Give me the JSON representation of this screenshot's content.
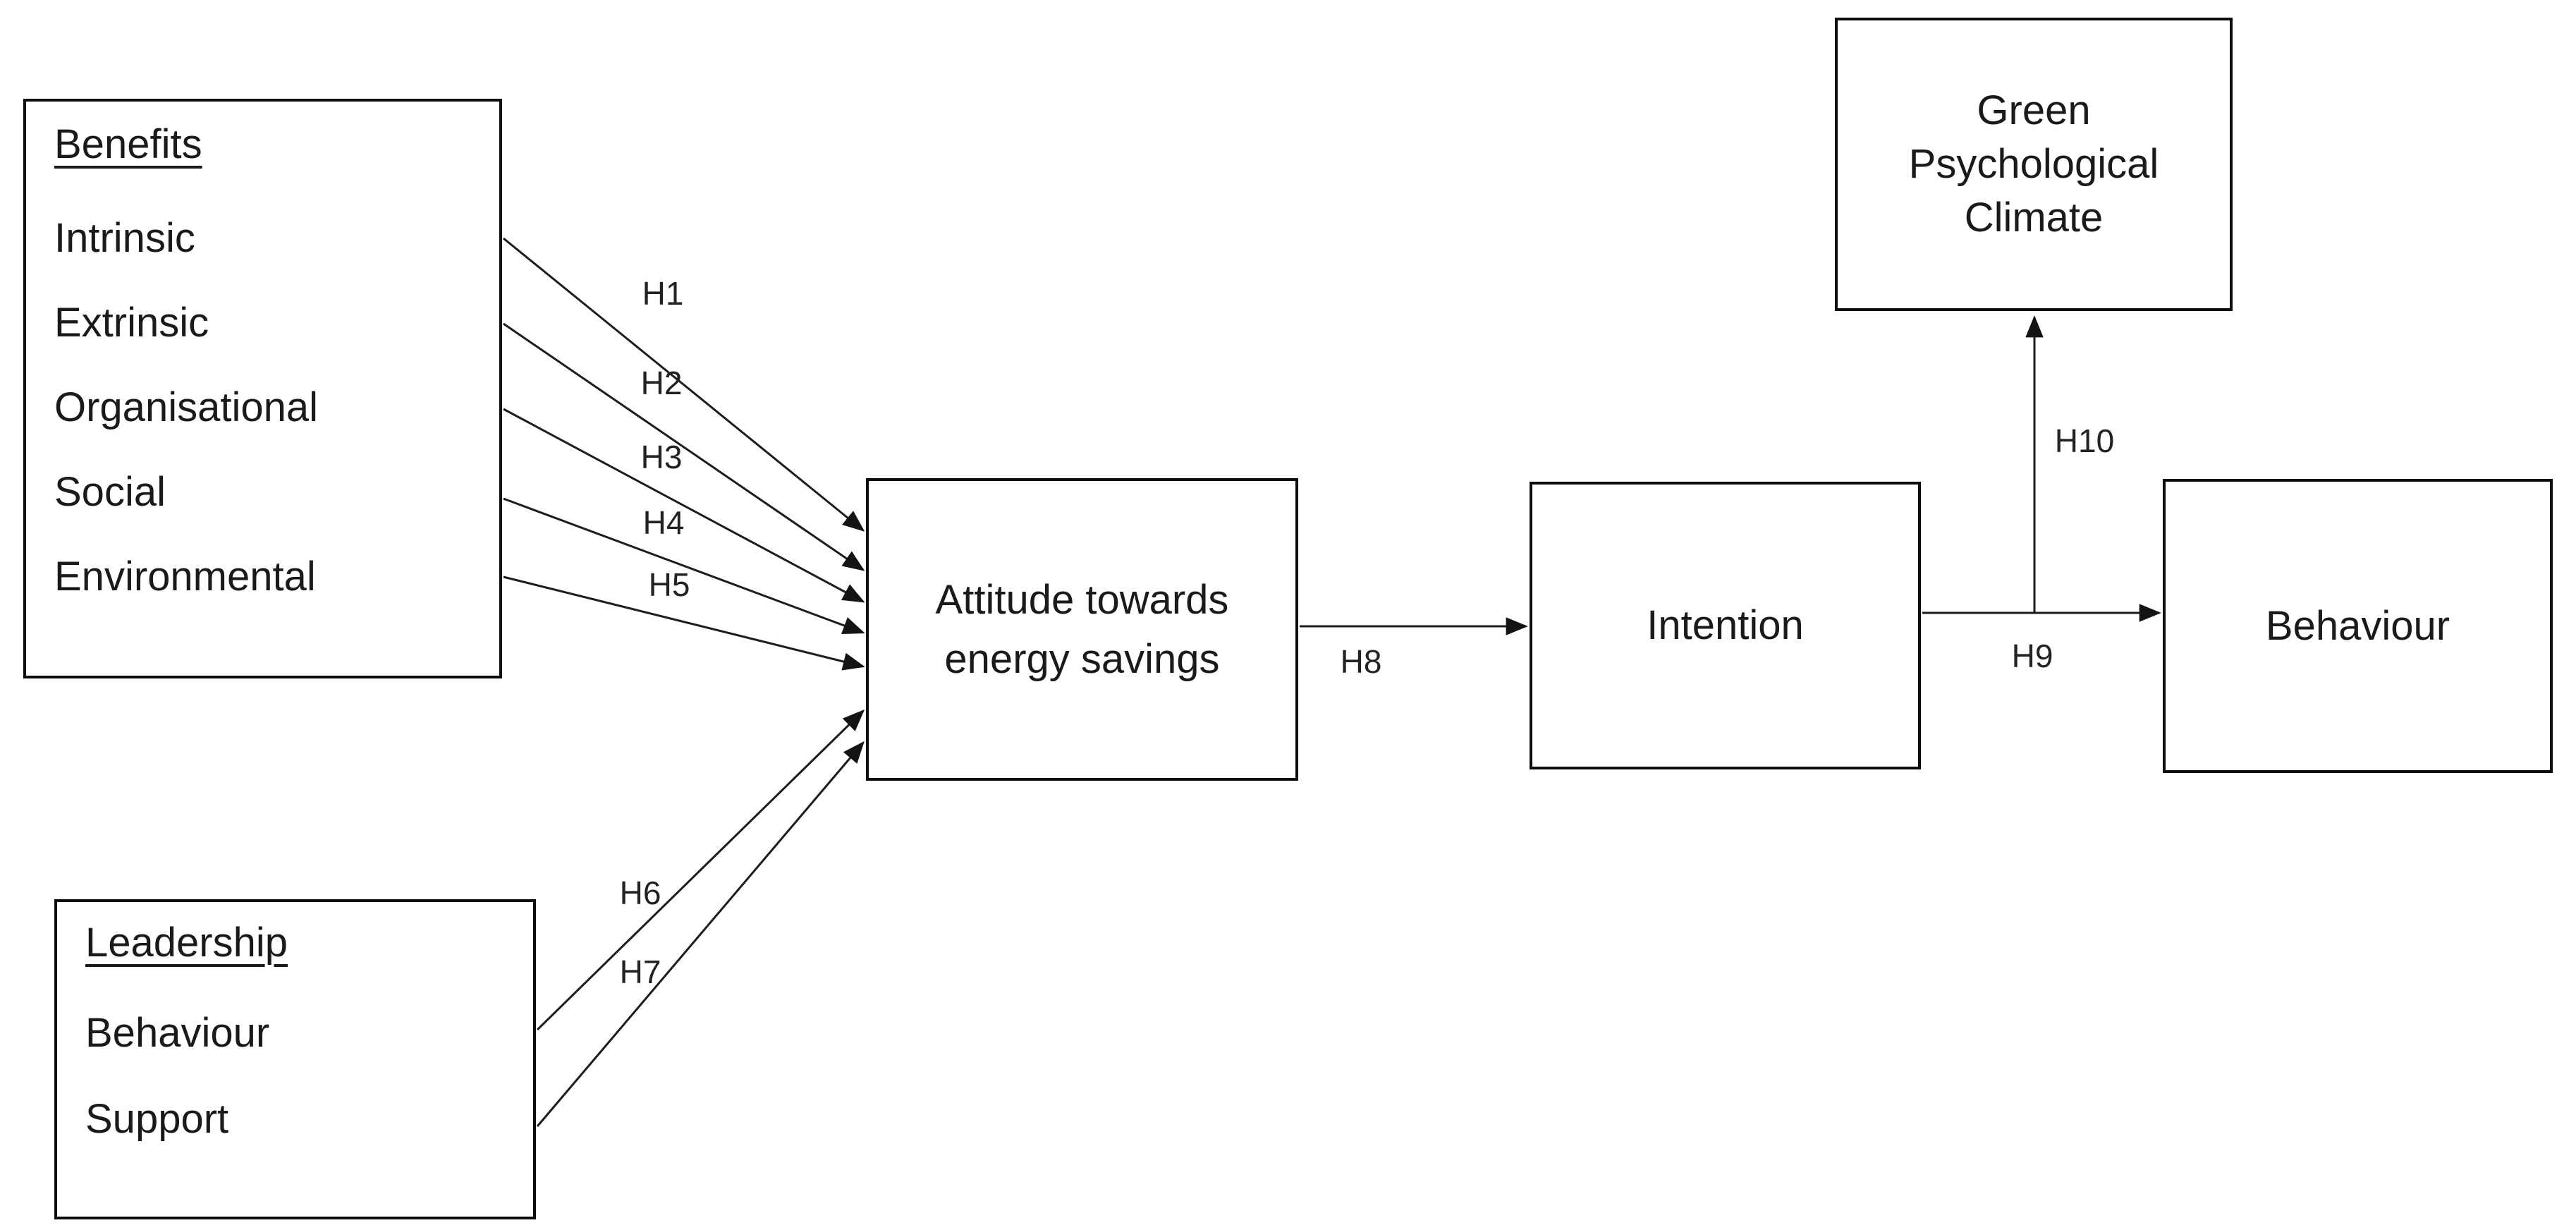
{
  "diagram": {
    "background_color": "#ffffff",
    "line_color": "#1d1d1d",
    "border_color": "#0d0d0d",
    "text_color": "#1a1a1a",
    "nodes": {
      "benefits": {
        "title": "Benefits",
        "items": [
          "Intrinsic",
          "Extrinsic",
          "Organisational",
          "Social",
          "Environmental"
        ]
      },
      "leadership": {
        "title": "Leadership",
        "items": [
          "Behaviour",
          "Support"
        ]
      },
      "attitude": {
        "label": "Attitude towards\nenergy savings"
      },
      "intention": {
        "label": "Intention"
      },
      "behaviour": {
        "label": "Behaviour"
      },
      "green_climate": {
        "label": "Green\nPsychological\nClimate"
      }
    },
    "edges": [
      {
        "id": "H1",
        "label": "H1",
        "from": "Benefits: Intrinsic",
        "to": "Attitude towards energy savings"
      },
      {
        "id": "H2",
        "label": "H2",
        "from": "Benefits: Extrinsic",
        "to": "Attitude towards energy savings"
      },
      {
        "id": "H3",
        "label": "H3",
        "from": "Benefits: Organisational",
        "to": "Attitude towards energy savings"
      },
      {
        "id": "H4",
        "label": "H4",
        "from": "Benefits: Social",
        "to": "Attitude towards energy savings"
      },
      {
        "id": "H5",
        "label": "H5",
        "from": "Benefits: Environmental",
        "to": "Attitude towards energy savings"
      },
      {
        "id": "H6",
        "label": "H6",
        "from": "Leadership: Behaviour",
        "to": "Attitude towards energy savings"
      },
      {
        "id": "H7",
        "label": "H7",
        "from": "Leadership: Support",
        "to": "Attitude towards energy savings"
      },
      {
        "id": "H8",
        "label": "H8",
        "from": "Attitude towards energy savings",
        "to": "Intention"
      },
      {
        "id": "H9",
        "label": "H9",
        "from": "Intention",
        "to": "Behaviour"
      },
      {
        "id": "H10",
        "label": "H10",
        "from": "Intention",
        "to": "Green Psychological Climate"
      }
    ]
  }
}
